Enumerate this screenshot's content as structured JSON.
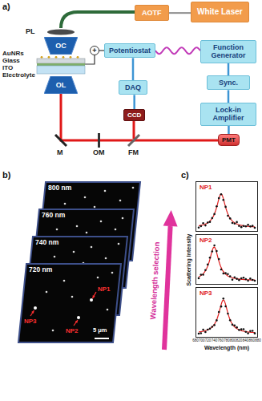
{
  "diagram": {
    "nodes": [
      {
        "text": [
          "AOTF"
        ]
      },
      {
        "text": [
          "White Laser"
        ]
      },
      {
        "text": [
          "OC"
        ]
      },
      {
        "text": [
          "Potentiostat"
        ]
      },
      {
        "text": [
          "Function Generator"
        ]
      },
      {
        "text": [
          "OL"
        ]
      },
      {
        "text": [
          "Sync."
        ]
      },
      {
        "text": [
          "DAQ"
        ]
      },
      {
        "text": [
          "CCD"
        ]
      },
      {
        "text": [
          "Lock-in Amplifier"
        ]
      },
      {
        "text": [
          "PMT"
        ]
      },
      {
        "text": [
          "800 nm"
        ]
      },
      {
        "text": [
          "760 nm"
        ]
      },
      {
        "text": [
          "740 nm"
        ]
      },
      {
        "text": [
          "720 nm",
          "NP1",
          "NP3",
          "NP2",
          "5 μm"
        ]
      },
      {
        "text": [
          "NP1"
        ]
      },
      {
        "text": [
          "NP2"
        ]
      },
      {
        "text": [
          "NP3"
        ]
      }
    ],
    "edges": [
      {
        "from": 1,
        "to": 0,
        "arrow": "none"
      },
      {
        "from": 4,
        "to": 3,
        "arrow": "none"
      },
      {
        "from": 4,
        "to": 6,
        "arrow": "none"
      },
      {
        "from": 6,
        "to": 9,
        "arrow": "none"
      },
      {
        "from": 10,
        "to": 9,
        "arrow": "none"
      },
      {
        "from": 3,
        "to": 7,
        "arrow": "none"
      },
      {
        "from": 7,
        "to": 8,
        "arrow": "none"
      }
    ],
    "labels": [
      "a)",
      "PL",
      "AuNRs",
      "Glass",
      "ITO",
      "Electrolyte",
      "+",
      "M",
      "OM",
      "FM",
      "b)",
      "Wavelength selection",
      "c)",
      "Scattering Intensity",
      "680",
      "700",
      "720",
      "740",
      "760",
      "780",
      "800",
      "820",
      "840",
      "860",
      "880",
      "Wavelength (nm)"
    ]
  }
}
